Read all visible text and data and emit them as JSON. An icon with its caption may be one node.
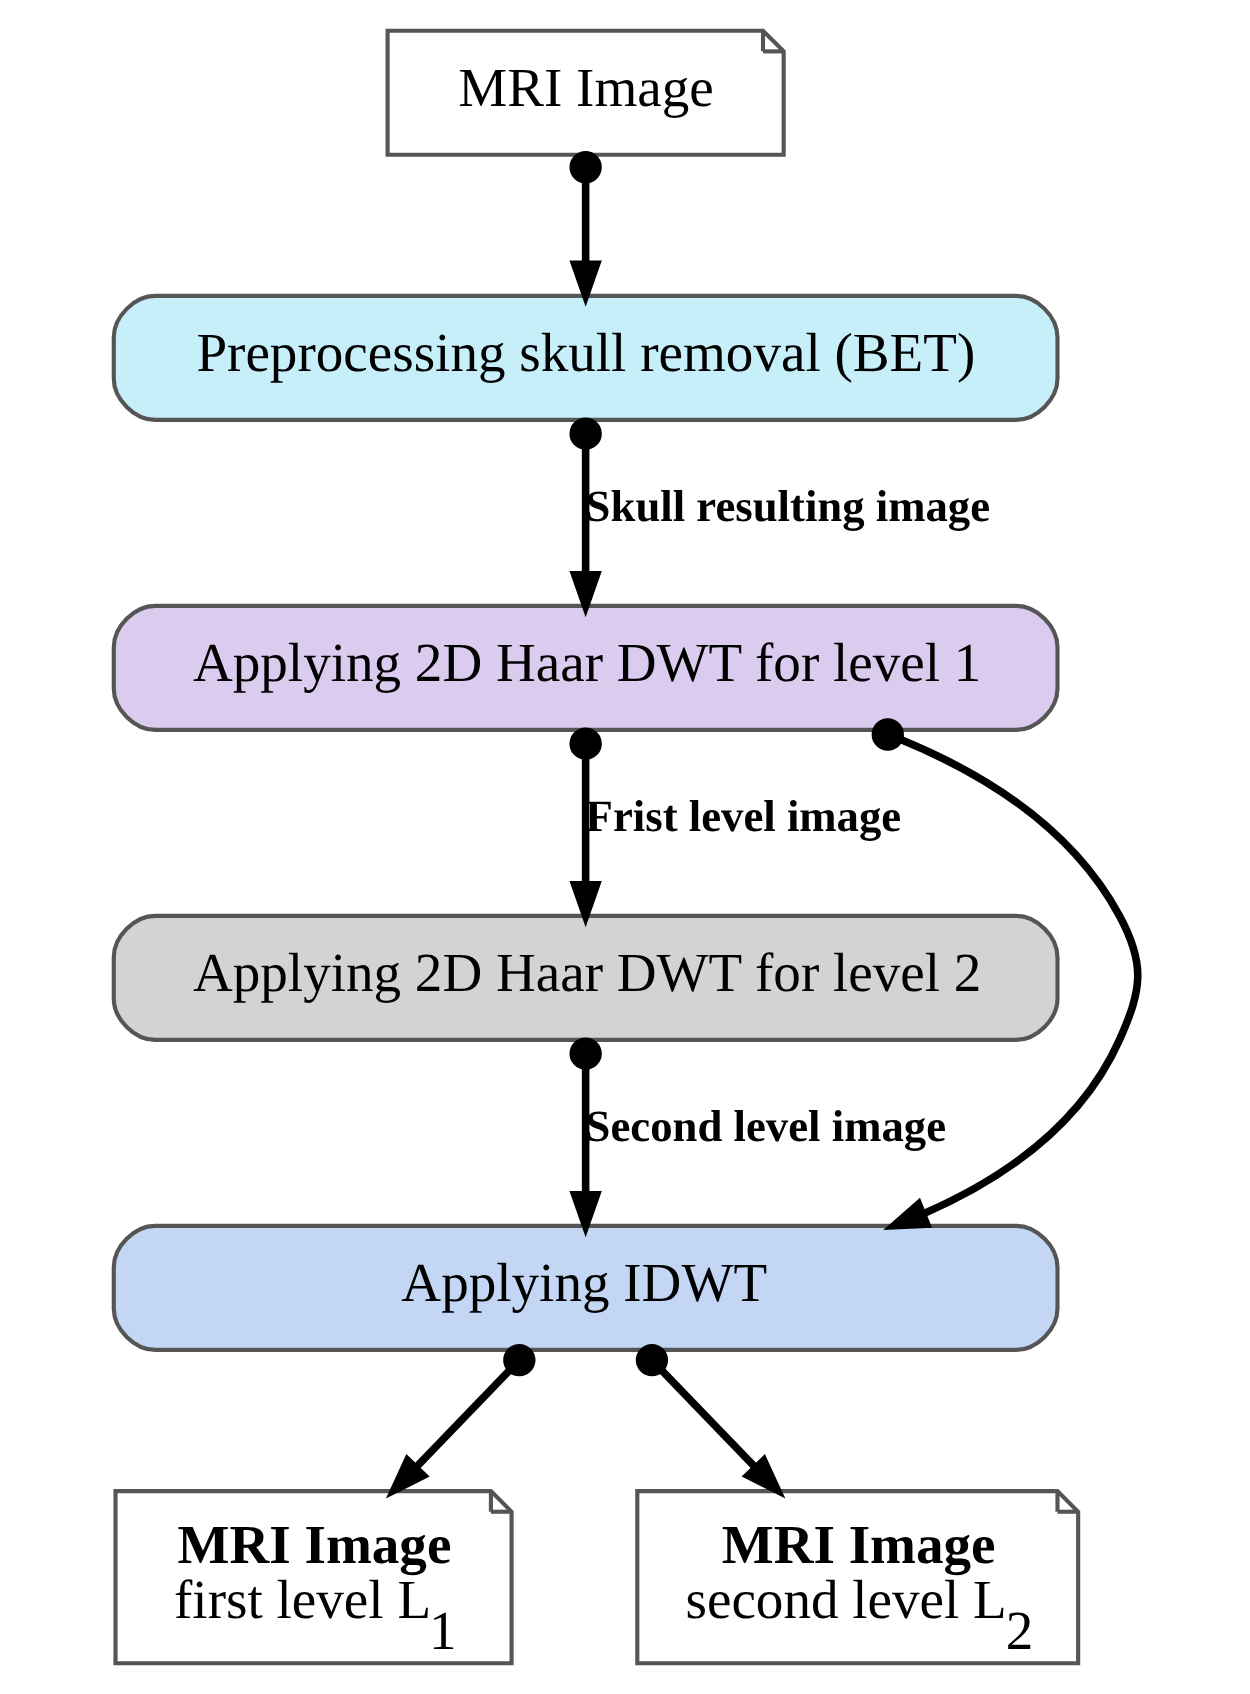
{
  "diagram": {
    "nodes": [
      {
        "text": [
          "MRI Image"
        ]
      },
      {
        "text": [
          "Preprocessing skull removal (BET)"
        ]
      },
      {
        "text": [
          "Applying 2D Haar DWT for level 1"
        ]
      },
      {
        "text": [
          "Applying 2D Haar DWT for level 2"
        ]
      },
      {
        "text": [
          "Applying IDWT"
        ]
      },
      {
        "text": [
          "MRI Image",
          "first level L$_{1}$"
        ]
      },
      {
        "text": [
          "MRI Image",
          "second level L$_{2}$"
        ]
      }
    ],
    "edges": [
      {
        "from": 0,
        "to": 1,
        "arrow": "to"
      },
      {
        "from": 1,
        "to": 2,
        "arrow": "to",
        "label": "Skull resulting image"
      },
      {
        "from": 2,
        "to": 3,
        "arrow": "to",
        "label": "Frist level image"
      },
      {
        "from": 3,
        "to": 4,
        "arrow": "to",
        "label": "Second level image"
      },
      {
        "from": 2,
        "to": 4,
        "arrow": "to"
      },
      {
        "from": 4,
        "to": 5,
        "arrow": "to"
      },
      {
        "from": 4,
        "to": 6,
        "arrow": "to"
      }
    ]
  }
}
